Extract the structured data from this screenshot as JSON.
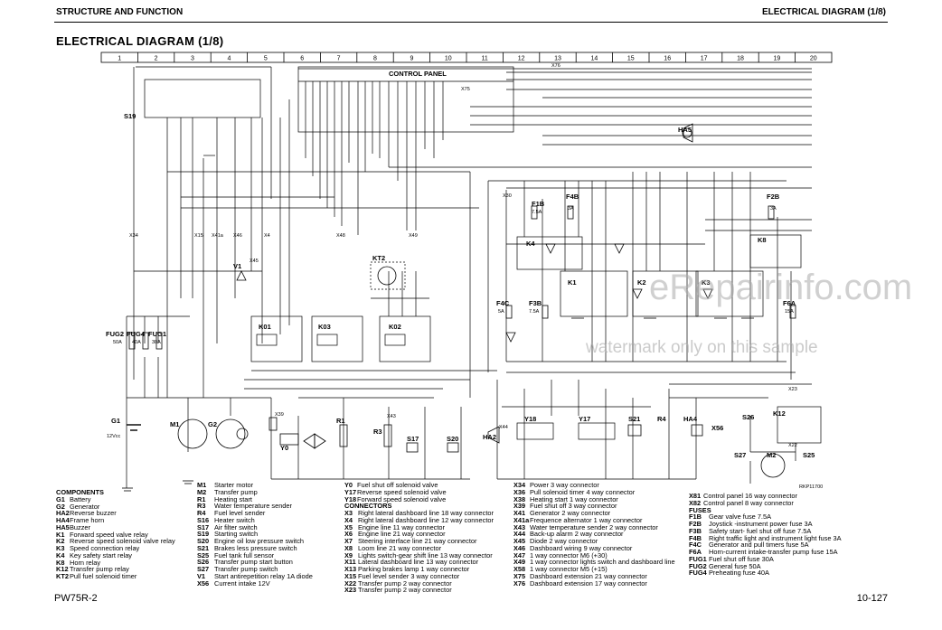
{
  "header": {
    "left": "STRUCTURE AND FUNCTION",
    "right": "ELECTRICAL DIAGRAM (1/8)"
  },
  "title": "ELECTRICAL DIAGRAM (1/8)",
  "footer": {
    "left": "PW75R-2",
    "right": "10-127"
  },
  "watermark": {
    "line1": "eRepairinfo.com",
    "line2": "watermark only on this sample"
  },
  "grid_columns": [
    "1",
    "2",
    "3",
    "4",
    "5",
    "6",
    "7",
    "8",
    "9",
    "10",
    "11",
    "12",
    "13",
    "14",
    "15",
    "16",
    "17",
    "18",
    "19",
    "20"
  ],
  "diagram_labels": {
    "control_panel": "CONTROL PANEL",
    "s19": "S19",
    "ha5": "HA5",
    "kt2": "KT2",
    "k01": "K01",
    "k03": "K03",
    "k02": "K02",
    "k4": "K4",
    "k1": "K1",
    "k2": "K2",
    "k3": "K3",
    "k8": "K8",
    "k12": "K12",
    "f1b": "F1B",
    "f1b_a": "7.5A",
    "f4b": "F4B",
    "f4b_a": "3A",
    "f2b": "F2B",
    "f2b_a": "3A",
    "f4c": "F4C",
    "f4c_a": "5A",
    "f3b": "F3B",
    "f3b_a": "7.5A",
    "f6a": "F6A",
    "f6a_a": "15A",
    "fug2": "FUG2",
    "fug2_a": "50A",
    "fug4": "FUG4",
    "fug4_a": "40A",
    "fug1": "FUG1",
    "fug1_a": "30A",
    "g1": "G1",
    "g1_v": "12Vcc",
    "m1": "M1",
    "g2": "G2",
    "y0": "Y0",
    "r1": "R1",
    "r3": "R3",
    "s17": "S17",
    "s20": "S20",
    "ha2": "HA2",
    "y18": "Y18",
    "y17": "Y17",
    "s21": "S21",
    "r4": "R4",
    "ha4": "HA4",
    "x56": "X56",
    "s26": "S26",
    "s27": "S27",
    "m2": "M2",
    "s25": "S25",
    "v1": "V1",
    "rkp": "RKP11700",
    "x34": "X34",
    "x15": "X15",
    "x41": "X41a",
    "x46": "X46",
    "x4": "X4",
    "x45": "X45",
    "x48": "X48",
    "x49": "X49",
    "x39": "X39",
    "x43": "X43",
    "x44": "X44",
    "x23": "X23",
    "x22": "X22",
    "x76": "X76",
    "x75": "X75",
    "x30": "X30"
  },
  "legend": {
    "components_title": "COMPONENTS",
    "col1": [
      {
        "code": "G1",
        "text": "Battery"
      },
      {
        "code": "G2",
        "text": "Generator"
      },
      {
        "code": "HA2",
        "text": "Reverse buzzer"
      },
      {
        "code": "HA4",
        "text": "Frame horn"
      },
      {
        "code": "HA5",
        "text": "Buzzer"
      },
      {
        "code": "K1",
        "text": "Forward speed valve relay"
      },
      {
        "code": "K2",
        "text": "Reverse speed solenoid valve relay"
      },
      {
        "code": "K3",
        "text": "Speed connection relay"
      },
      {
        "code": "K4",
        "text": "Key safety start relay"
      },
      {
        "code": "K8",
        "text": "Horn relay"
      },
      {
        "code": "K12",
        "text": "Transfer pump relay"
      },
      {
        "code": "KT2",
        "text": "Pull fuel solenoid timer"
      }
    ],
    "col2": [
      {
        "code": "M1",
        "text": "Starter motor"
      },
      {
        "code": "M2",
        "text": "Transfer pump"
      },
      {
        "code": "R1",
        "text": "Heating start"
      },
      {
        "code": "R3",
        "text": "Water temperature sender"
      },
      {
        "code": "R4",
        "text": "Fuel level sender"
      },
      {
        "code": "S16",
        "text": "Heater switch"
      },
      {
        "code": "S17",
        "text": "Air filter switch"
      },
      {
        "code": "S19",
        "text": "Starting switch"
      },
      {
        "code": "S20",
        "text": "Engine oil low pressure switch"
      },
      {
        "code": "S21",
        "text": "Brakes less pressure switch"
      },
      {
        "code": "S25",
        "text": "Fuel tank full sensor"
      },
      {
        "code": "S26",
        "text": "Transfer pump start button"
      },
      {
        "code": "S27",
        "text": "Transfer pump switch"
      },
      {
        "code": "V1",
        "text": "Start antirepetition relay 1A diode"
      },
      {
        "code": "X56",
        "text": "Current intake 12V"
      }
    ],
    "col3a": [
      {
        "code": "Y0",
        "text": "Fuel shut off solenoid valve"
      },
      {
        "code": "Y17",
        "text": "Reverse speed solenoid valve"
      },
      {
        "code": "Y18",
        "text": "Forward speed solenoid valve"
      }
    ],
    "connectors_title": "CONNECTORS",
    "col3b": [
      {
        "code": "X3",
        "text": "Right lateral dashboard line 18 way connector"
      },
      {
        "code": "X4",
        "text": "Right lateral dashboard line 12 way connector"
      },
      {
        "code": "X5",
        "text": "Engine line 11 way connector"
      },
      {
        "code": "X6",
        "text": "Engine line 21 way connector"
      },
      {
        "code": "X7",
        "text": "Steering interface line 21 way connector"
      },
      {
        "code": "X8",
        "text": "Loom line 21 way connector"
      },
      {
        "code": "X9",
        "text": "Lights switch-gear shift line 13 way connector"
      },
      {
        "code": "X11",
        "text": "Lateral dashboard line 13 way connector"
      },
      {
        "code": "X13",
        "text": "Parking brakes lamp 1 way connector"
      },
      {
        "code": "X15",
        "text": "Fuel level sender 3 way connector"
      },
      {
        "code": "X22",
        "text": "Transfer pump 2 way connector"
      },
      {
        "code": "X23",
        "text": "Transfer pump 2 way connector"
      }
    ],
    "col4": [
      {
        "code": "X34",
        "text": "Power 3 way connector"
      },
      {
        "code": "X36",
        "text": "Pull solenoid timer 4 way connector"
      },
      {
        "code": "X38",
        "text": "Heating start  1 way connector"
      },
      {
        "code": "X39",
        "text": "Fuel shut off 3 way connector"
      },
      {
        "code": "X41",
        "text": "Generator 2 way connector"
      },
      {
        "code": "X41a",
        "text": "Frequence alternator 1 way connector"
      },
      {
        "code": "X43",
        "text": "Water temperature sender 2 way connector"
      },
      {
        "code": "X44",
        "text": "Back-up alarm 2 way connector"
      },
      {
        "code": "X45",
        "text": "Diode 2 way connector"
      },
      {
        "code": "X46",
        "text": "Dashboard wiring 9 way connector"
      },
      {
        "code": "X47",
        "text": "1 way connector M6 (+30)"
      },
      {
        "code": "X49",
        "text": "1 way connector lights switch and dashboard line"
      },
      {
        "code": "X58",
        "text": "1 way connector M5 (+15)"
      },
      {
        "code": "X75",
        "text": "Dashboard extension 21 way connector"
      },
      {
        "code": "X76",
        "text": "Dashboard extension 17 way connector"
      }
    ],
    "col5a": [
      {
        "code": "X81",
        "text": "Control  panel 16 way connector"
      },
      {
        "code": "X82",
        "text": "Control panel 8 way connector"
      }
    ],
    "fuses_title": "FUSES",
    "col5b": [
      {
        "code": "F1B",
        "text": "Gear valve fuse 7.5A"
      },
      {
        "code": "F2B",
        "text": "Joystick -instrument power fuse 3A"
      },
      {
        "code": "F3B",
        "text": "Safety start- fuel shut off fuse 7.5A"
      },
      {
        "code": "F4B",
        "text": "Right traffic light and instrument light fuse 3A"
      },
      {
        "code": "F4C",
        "text": "Generator and pull timers fuse 5A"
      },
      {
        "code": "F6A",
        "text": "Horn-current intake-transfer pump fuse 15A"
      },
      {
        "code": "FUG1",
        "text": "Fuel shut off fuse 30A"
      },
      {
        "code": "FUG2",
        "text": "General fuse 50A"
      },
      {
        "code": "FUG4",
        "text": "Preheating fuse 40A"
      }
    ]
  }
}
